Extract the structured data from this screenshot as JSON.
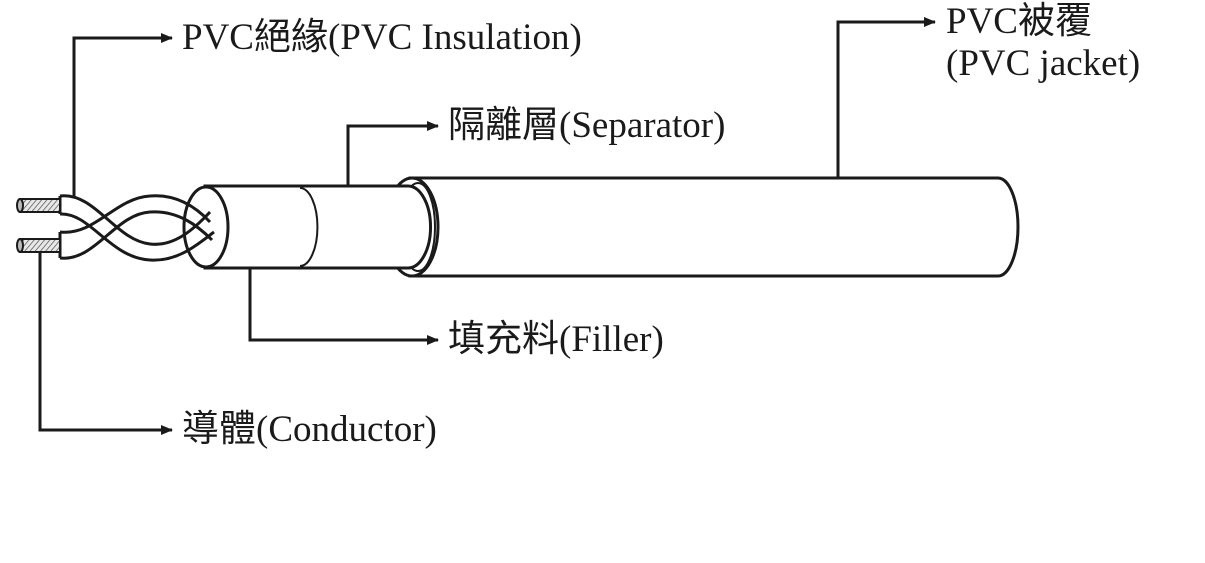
{
  "labels": {
    "insulation": "PVC絕緣(PVC Insulation)",
    "separator": "隔離層(Separator)",
    "jacket_line1": "PVC被覆",
    "jacket_line2": "(PVC jacket)",
    "filler": "填充料(Filler)",
    "conductor": "導體(Conductor)"
  },
  "colors": {
    "ink": "#1a1a1a",
    "background": "#ffffff"
  }
}
